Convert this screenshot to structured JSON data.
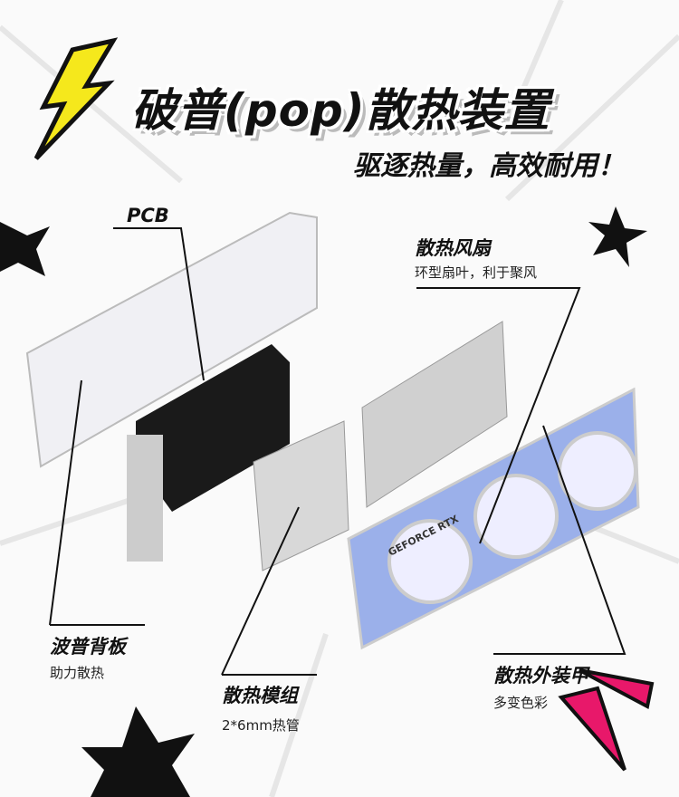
{
  "title": "破普(pop)散热装置",
  "subtitle": "驱逐热量，高效耐用！",
  "labels": {
    "pcb": "PCB",
    "fan": {
      "title": "散热风扇",
      "desc": "环型扇叶，利于聚风"
    },
    "backplate": {
      "title": "波普背板",
      "desc": "助力散热"
    },
    "module": {
      "title": "散热模组",
      "desc": "2*6mm热管"
    },
    "armor": {
      "title": "散热外装甲",
      "desc": "多变色彩"
    }
  },
  "product_text": "GEFORCE RTX",
  "colors": {
    "bolt": "#f5e81c",
    "accent": "#e8186a",
    "shroud": "#8fa8e8"
  }
}
